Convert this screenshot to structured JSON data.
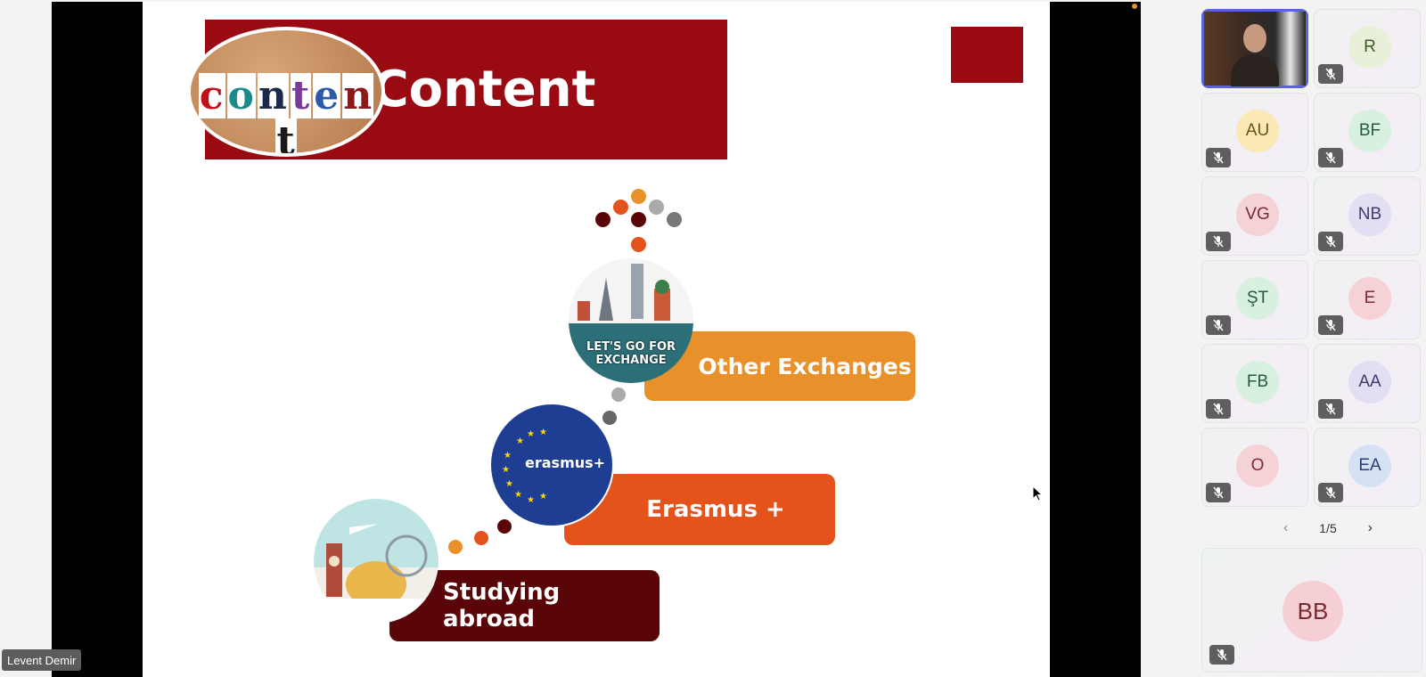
{
  "slide": {
    "title": "Content",
    "cork_letters": [
      "c",
      "o",
      "n",
      "t",
      "e",
      "n",
      "t"
    ],
    "items": [
      {
        "label": "Other Exchanges",
        "color": "#e8912a",
        "circle_text": "LET'S GO FOR EXCHANGE"
      },
      {
        "label": "Erasmus +",
        "color": "#e4531c",
        "circle_text": "erasmus+"
      },
      {
        "label": "Studying abroad",
        "color": "#5a0508"
      }
    ],
    "accent": "#990a12"
  },
  "presenter": {
    "name": "Levent Demir"
  },
  "participants": [
    {
      "initials": "",
      "self": true,
      "muted": false
    },
    {
      "initials": "R",
      "bg": "#e8f0d9",
      "fg": "#3f5a2a",
      "muted": true
    },
    {
      "initials": "AU",
      "bg": "#fbe9b5",
      "fg": "#6b5314",
      "muted": true
    },
    {
      "initials": "BF",
      "bg": "#d8f0df",
      "fg": "#245c3a",
      "muted": true
    },
    {
      "initials": "VG",
      "bg": "#f5d2d6",
      "fg": "#7a2a33",
      "muted": true
    },
    {
      "initials": "NB",
      "bg": "#e2def3",
      "fg": "#3e3a6b",
      "muted": true
    },
    {
      "initials": "ŞT",
      "bg": "#d8f0df",
      "fg": "#245c3a",
      "muted": true
    },
    {
      "initials": "E",
      "bg": "#f5d2d6",
      "fg": "#7a2a33",
      "muted": true
    },
    {
      "initials": "FB",
      "bg": "#d8f0df",
      "fg": "#245c3a",
      "muted": true
    },
    {
      "initials": "AA",
      "bg": "#e2def3",
      "fg": "#3e3a6b",
      "muted": true
    },
    {
      "initials": "O",
      "bg": "#f5d2d6",
      "fg": "#7a2a33",
      "muted": true
    },
    {
      "initials": "EA",
      "bg": "#d6e2f3",
      "fg": "#2a3f6b",
      "muted": true
    }
  ],
  "pager": {
    "label": "1/5"
  },
  "spotlight": {
    "initials": "BB"
  },
  "icons": {
    "mute": "mic-off-icon",
    "prev": "chevron-left-icon",
    "next": "chevron-right-icon"
  }
}
